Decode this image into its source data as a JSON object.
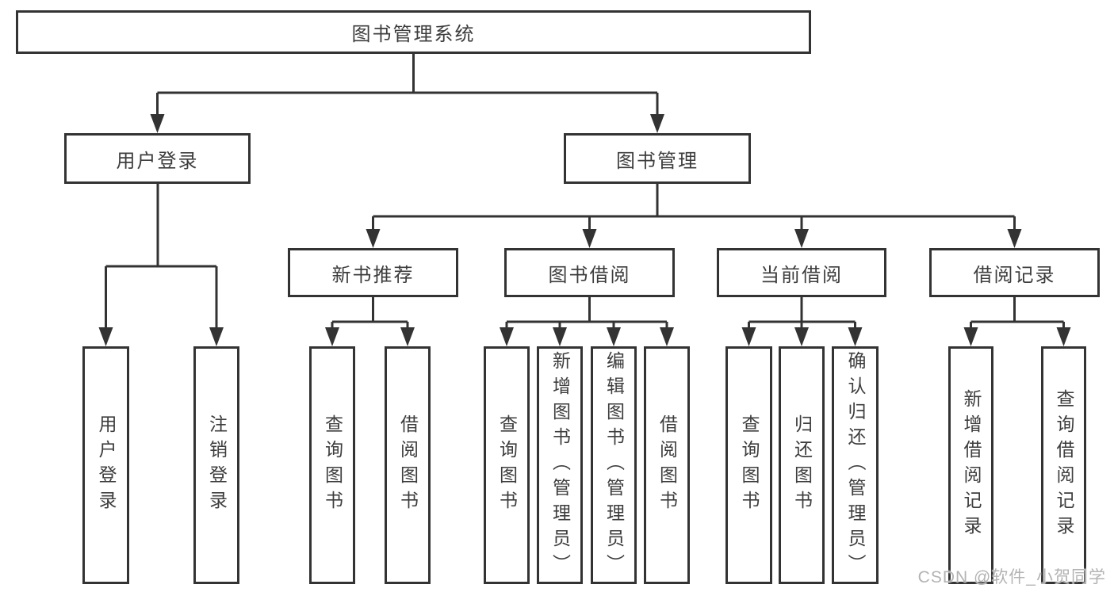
{
  "tree": {
    "root": {
      "label": "图书管理系统",
      "children": [
        {
          "label": "用户登录",
          "children": [
            {
              "label": "用户登录"
            },
            {
              "label": "注销登录"
            }
          ]
        },
        {
          "label": "图书管理",
          "children": [
            {
              "label": "新书推荐",
              "children": [
                {
                  "label": "查询图书"
                },
                {
                  "label": "借阅图书"
                }
              ]
            },
            {
              "label": "图书借阅",
              "children": [
                {
                  "label": "查询图书"
                },
                {
                  "label": "新增图书（管理员）"
                },
                {
                  "label": "编辑图书（管理员）"
                },
                {
                  "label": "借阅图书"
                }
              ]
            },
            {
              "label": "当前借阅",
              "children": [
                {
                  "label": "查询图书"
                },
                {
                  "label": "归还图书"
                },
                {
                  "label": "确认归还（管理员）"
                }
              ]
            },
            {
              "label": "借阅记录",
              "children": [
                {
                  "label": "新增借阅记录"
                },
                {
                  "label": "查询借阅记录"
                }
              ]
            }
          ]
        }
      ]
    }
  },
  "watermark": {
    "text": "CSDN @软件_小贺同学"
  },
  "colors": {
    "line": "#333333",
    "box_fill": "#ffffff",
    "text": "#3d3d3d",
    "watermark": "#b3b3b3",
    "background": "#ffffff"
  }
}
